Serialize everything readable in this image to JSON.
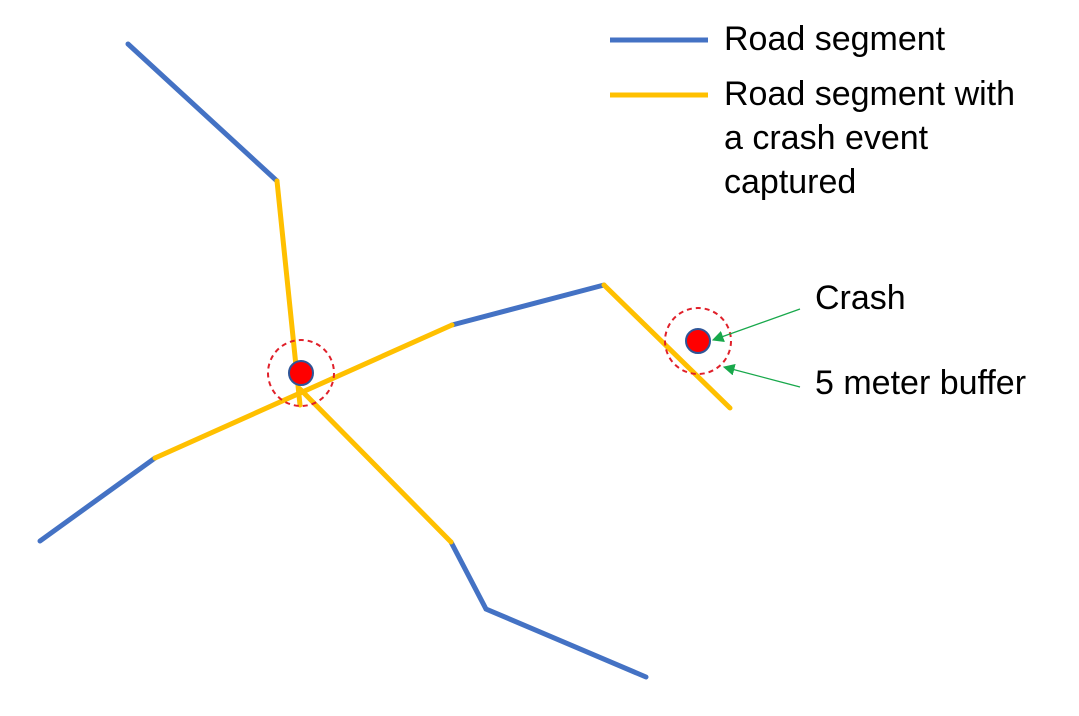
{
  "legend": {
    "road_segment": "Road segment",
    "road_with_crash": [
      "Road segment with",
      "a crash event",
      "captured"
    ]
  },
  "annotations": {
    "crash": "Crash",
    "buffer": "5 meter buffer"
  },
  "colors": {
    "road": "#4472C4",
    "road_with_crash": "#FFC000",
    "crash_point": "#FF0000",
    "crash_outline": "#2F5597",
    "buffer": "#E0202A",
    "pointer": "#18A84B"
  }
}
